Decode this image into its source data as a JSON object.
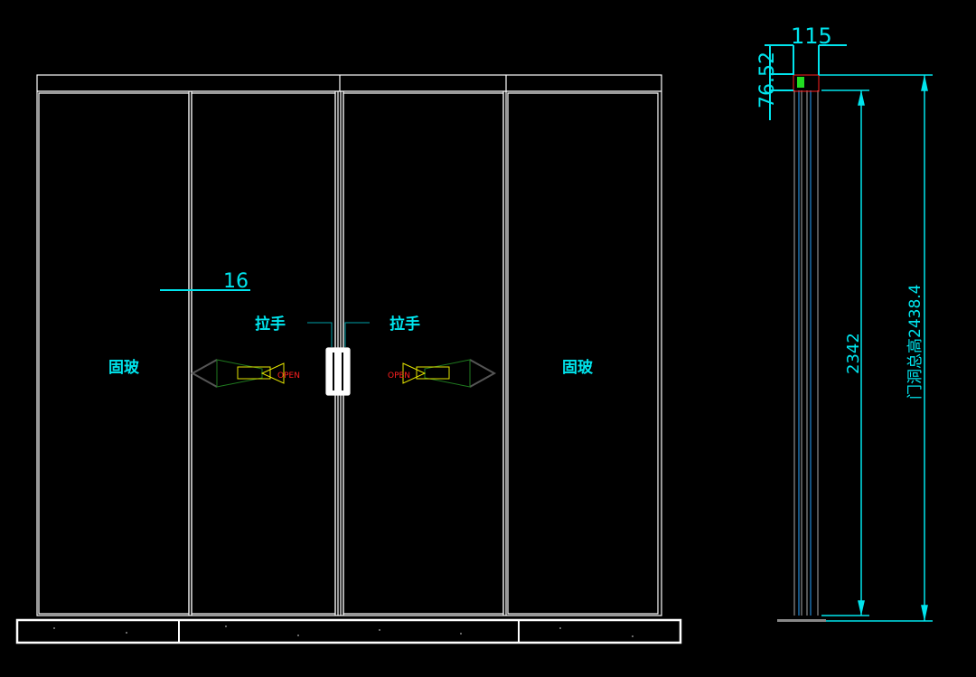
{
  "front_view": {
    "panel_left_label": "固玻",
    "panel_right_label": "固玻",
    "handle_left_label": "拉手",
    "handle_right_label": "拉手",
    "gap_dimension": "16",
    "open_left": "OPEN",
    "open_right": "OPEN"
  },
  "side_view": {
    "width_dimension": "115",
    "header_dimension": "76.52",
    "leaf_height": "2342",
    "opening_height": "门洞总高2438.4"
  },
  "colors": {
    "background": "#000000",
    "lines": "#ffffff",
    "dimension": "#00e5ee",
    "open": "#ff0000",
    "arrow_inner": "#e6e600",
    "arrow_outer": "#1f7a1f"
  }
}
